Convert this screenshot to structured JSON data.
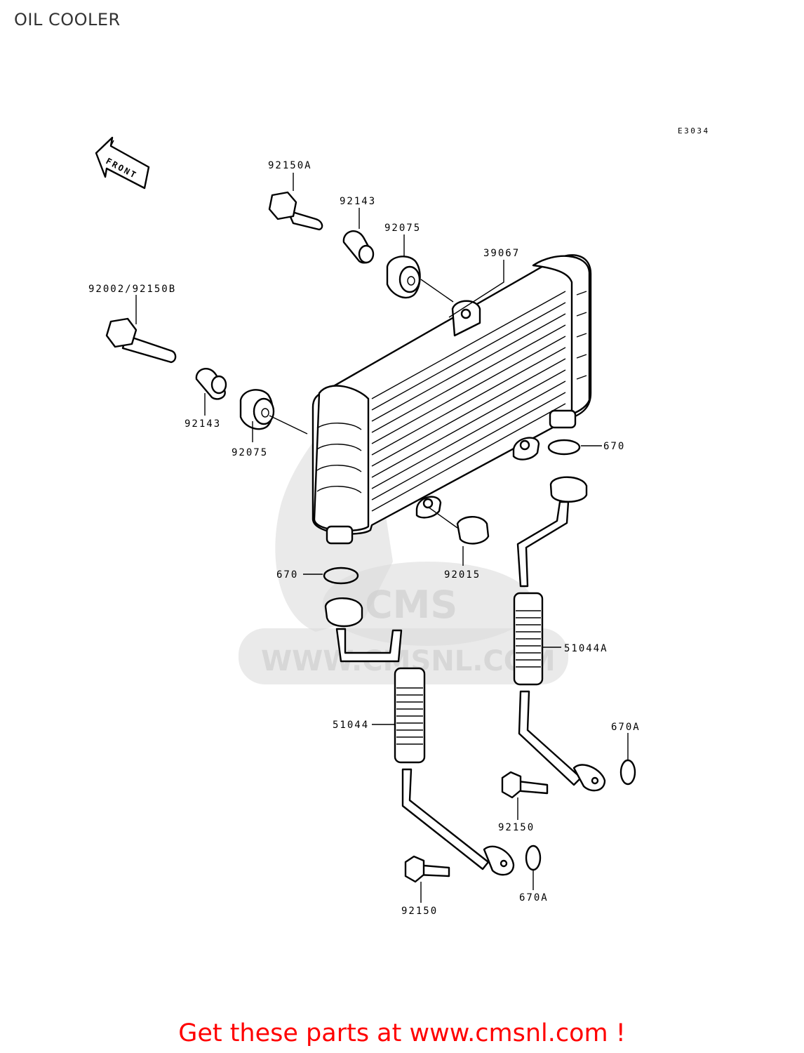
{
  "page": {
    "title": "OIL COOLER"
  },
  "diagram": {
    "code": "E3034",
    "front_arrow_label": "FRONT",
    "watermark": {
      "text": "WWW.CMSNL.COM",
      "logo_text": "CMS"
    },
    "callouts": {
      "bolt_top": "92150A",
      "collar_top": "92143",
      "grommet_top": "92075",
      "cooler": "39067",
      "bolt_side": "92002/92150B",
      "collar_side": "92143",
      "grommet_side": "92075",
      "oring_right": "670",
      "oring_left": "670",
      "cap": "92015",
      "hose_right": "51044A",
      "hose_left": "51044",
      "oring_a_right": "670A",
      "oring_a_bottom": "670A",
      "bolt_right": "92150",
      "bolt_bottom": "92150"
    }
  },
  "promo": {
    "text": "Get these parts at www.cmsnl.com !"
  },
  "colors": {
    "promo": "#ff0000",
    "lines": "#000000",
    "watermark": "#d8d8d8"
  }
}
